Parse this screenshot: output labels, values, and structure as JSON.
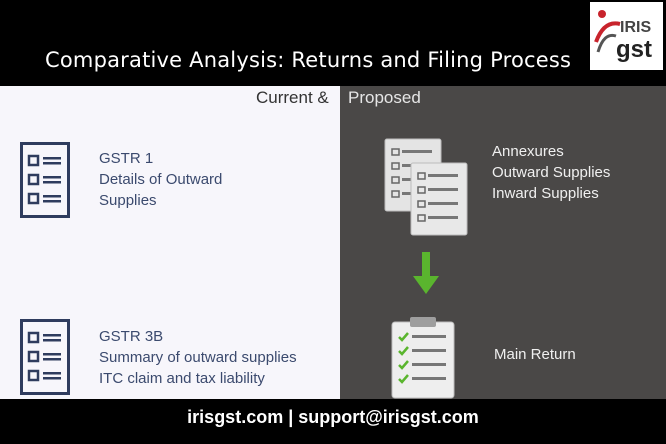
{
  "header": {
    "title": "Comparative Analysis: Returns and Filing Process"
  },
  "logo": {
    "part1": "IRIS",
    "part2": "gst"
  },
  "subheader": {
    "current": "Current &",
    "proposed": "Proposed"
  },
  "current": {
    "items": [
      {
        "title": "GSTR 1",
        "line1": "Details of Outward",
        "line2": "Supplies"
      },
      {
        "title": "GSTR 3B",
        "line1": "Summary of outward supplies",
        "line2": "ITC claim and tax liability"
      }
    ]
  },
  "proposed": {
    "annexures": [
      "Annexures",
      "Outward Supplies",
      "Inward Supplies"
    ],
    "main_return": "Main Return"
  },
  "footer": {
    "text": "irisgst.com | support@irisgst.com"
  },
  "colors": {
    "left_bg": "#f7f6fb",
    "right_bg": "#4a4847",
    "icon_blue": "#2f3c5e",
    "arrow_green": "#5ab52e",
    "logo_red": "#c8232c"
  }
}
